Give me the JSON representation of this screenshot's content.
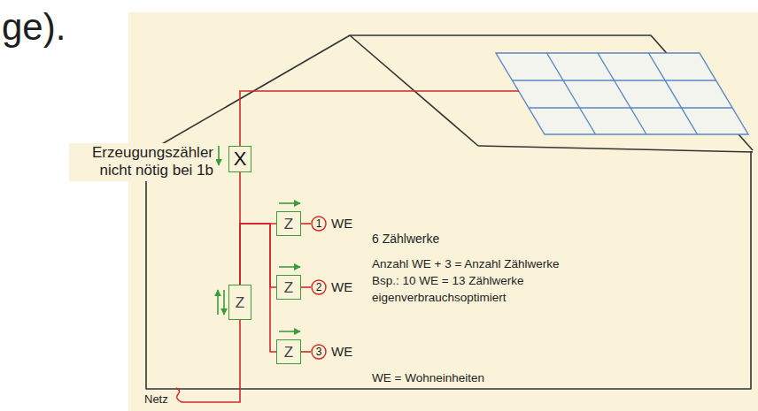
{
  "diagram": {
    "nodes": [
      {
        "text": [
          "X"
        ]
      },
      {
        "text": [
          "Z"
        ]
      },
      {
        "text": [
          "1"
        ]
      },
      {
        "text": [
          "Z"
        ]
      },
      {
        "text": [
          "2"
        ]
      },
      {
        "text": [
          "Z"
        ]
      },
      {
        "text": [
          "Z"
        ]
      },
      {
        "text": [
          "3"
        ]
      }
    ],
    "edges": [
      {
        "from": 0,
        "to": 5,
        "arrow": "none"
      },
      {
        "from": 5,
        "to": 1,
        "arrow": "none"
      },
      {
        "from": 5,
        "to": 3,
        "arrow": "none"
      },
      {
        "from": 5,
        "to": 6,
        "arrow": "none"
      },
      {
        "from": 1,
        "to": 2,
        "arrow": "none"
      },
      {
        "from": 3,
        "to": 4,
        "arrow": "none"
      },
      {
        "from": 6,
        "to": 7,
        "arrow": "none"
      }
    ],
    "labels": [
      "ge).",
      "Erzeugungszähler nicht nötig bei 1b",
      "WE",
      "WE",
      "WE",
      "6 Zählwerke",
      "Anzahl WE + 3 = Anzahl Zählwerke",
      "Bsp.: 10 WE = 13 Zählwerke",
      "eigenverbrauchsoptimiert",
      "WE = Wohneinheiten",
      "Netz"
    ]
  }
}
